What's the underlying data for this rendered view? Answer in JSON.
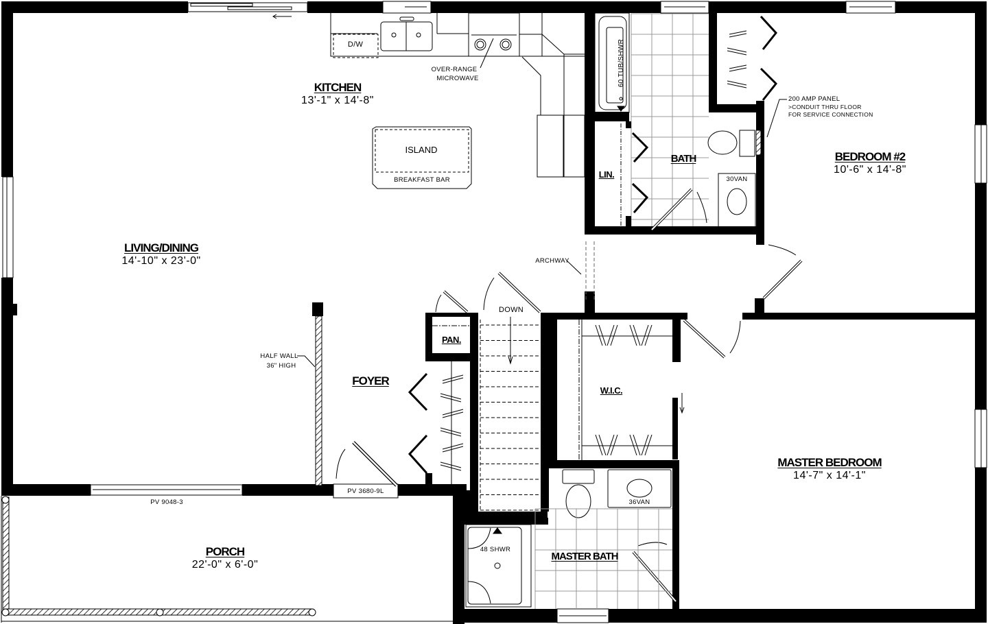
{
  "plan": {
    "colors": {
      "wall": "#000000",
      "background": "#ffffff",
      "tile": "#999999"
    },
    "rooms": {
      "kitchen": {
        "name": "KITCHEN",
        "dimensions": "13'-1\" x 14'-8\""
      },
      "living_dining": {
        "name": "LIVING/DINING",
        "dimensions": "14'-10\" x 23'-0\""
      },
      "bedroom2": {
        "name": "BEDROOM #2",
        "dimensions": "10'-6\" x 14'-8\""
      },
      "master_bedroom": {
        "name": "MASTER BEDROOM",
        "dimensions": "14'-7\" x 14'-1\""
      },
      "porch": {
        "name": "PORCH",
        "dimensions": "22'-0\" x 6'-0\""
      },
      "bath": {
        "name": "BATH"
      },
      "master_bath": {
        "name": "MASTER BATH"
      },
      "foyer": {
        "name": "FOYER"
      },
      "linen": {
        "name": "LIN."
      },
      "pantry": {
        "name": "PAN."
      },
      "wic": {
        "name": "W.I.C."
      }
    },
    "fixtures": {
      "dishwasher": "D/W",
      "island": "ISLAND",
      "breakfast_bar": "BREAKFAST BAR",
      "microwave_line1": "OVER-RANGE",
      "microwave_line2": "MICROWAVE",
      "tub": "60 TUB/SHWR",
      "vanity_bath": "30VAN",
      "vanity_master": "36VAN",
      "shower_master": "48 SHWR",
      "stairs": "DOWN"
    },
    "annotations": {
      "panel_line1": "200 AMP PANEL",
      "panel_line2": ">CONDUIT THRU FLOOR",
      "panel_line3": "FOR SERVICE CONNECTION",
      "half_wall_line1": "HALF WALL",
      "half_wall_line2": "36\" HIGH",
      "archway": "ARCHWAY",
      "window_front": "PV 9048-3",
      "door_front": "PV 3680-9L"
    }
  }
}
